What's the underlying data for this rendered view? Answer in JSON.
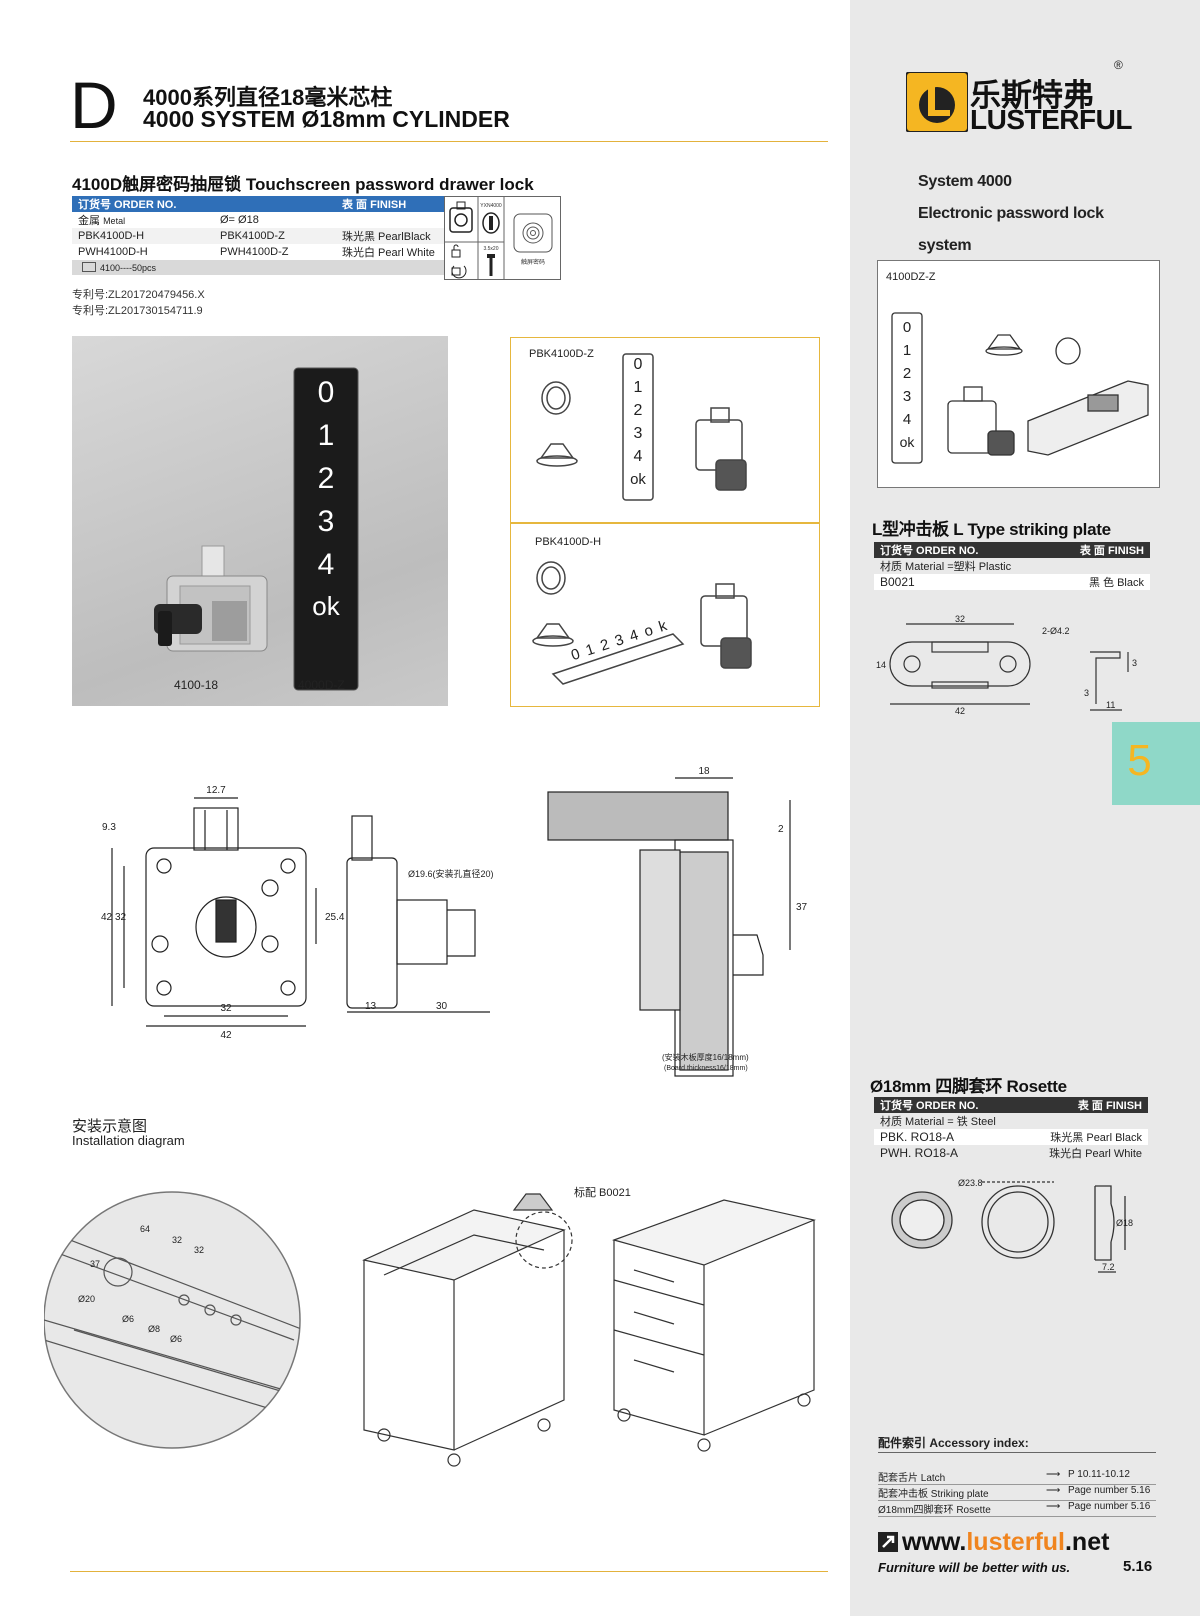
{
  "header": {
    "section_letter": "D",
    "title_cn": "4000系列直径18毫米芯柱",
    "title_en": "4000 SYSTEM Ø18mm CYLINDER"
  },
  "product": {
    "title": "4100D触屏密码抽屉锁  Touchscreen password drawer  lock",
    "table": {
      "header": [
        "订货号 ORDER NO.",
        "",
        "表 面 FINISH"
      ],
      "material_cn": "金属",
      "material_en": "Metal",
      "diameter": "Ø=  Ø18",
      "rows": [
        {
          "code": "PBK4100D-H",
          "model": "PBK4100D-Z",
          "finish": "珠光黑 PearlBlack"
        },
        {
          "code": "PWH4100D-H",
          "model": "PWH4100D-Z",
          "finish": "珠光白 Pearl White"
        }
      ],
      "package": "4100----50pcs"
    },
    "icons": {
      "code_label": "YXN4000",
      "screw_label": "3.5x20",
      "touch_label": "触屏密码"
    },
    "patents": [
      "专利号:ZL201720479456.X",
      "专利号:ZL201730154711.9"
    ]
  },
  "photo": {
    "keypad_digits": [
      "0",
      "1",
      "2",
      "3",
      "4",
      "ok"
    ],
    "label_left": "4100-18",
    "label_right": "4000D-Z"
  },
  "variants": {
    "top_label": "PBK4100D-Z",
    "bottom_label": "PBK4100D-H",
    "keypad_digits": [
      "0",
      "1",
      "2",
      "3",
      "4",
      "ok"
    ]
  },
  "dimensions": {
    "front": {
      "d1": "12.7",
      "d2": "9.3",
      "d3": "25.4",
      "d4": "42",
      "d5": "32",
      "d6": "32",
      "d7": "42"
    },
    "side": {
      "hole": "Ø19.6(安装孔直径20)",
      "d1": "13",
      "d2": "30"
    },
    "install": {
      "d1": "18",
      "d2": "2",
      "d3": "37",
      "note_cn": "(安装木板厚度16/18mm)",
      "note_en": "(Board thickness16/18mm)"
    }
  },
  "installation": {
    "title_cn": "安装示意图",
    "title_en": "Installation diagram",
    "detail_dims": [
      "64",
      "32",
      "32",
      "37",
      "Ø20",
      "Ø6",
      "Ø8",
      "Ø6"
    ],
    "standard_label": "标配 B0021"
  },
  "footer_rule": "",
  "right_panel": {
    "logo_cn": "乐斯特弗",
    "logo_en": "LUSTERFUL",
    "logo_reg": "®",
    "system_lines": [
      "System 4000",
      "Electronic password lock",
      "system"
    ],
    "system_box_label": "4100DZ-Z",
    "system_keypad": [
      "0",
      "1",
      "2",
      "3",
      "4",
      "ok"
    ],
    "striking_plate": {
      "title": "L型冲击板  L Type striking plate",
      "header": [
        "订货号 ORDER NO.",
        "表 面 FINISH"
      ],
      "material": "材质  Material  =塑料 Plastic",
      "code": "B0021",
      "finish": "黑  色 Black",
      "dims": [
        "32",
        "2-Ø4.2",
        "14",
        "42",
        "3",
        "3",
        "11"
      ]
    },
    "page_number": "5",
    "rosette": {
      "title": "Ø18mm 四脚套环  Rosette",
      "header": [
        "订货号 ORDER NO.",
        "表 面 FINISH"
      ],
      "material": "材质  Material  =   铁  Steel",
      "rows": [
        {
          "code": "PBK. RO18-A",
          "finish": "珠光黑  Pearl Black"
        },
        {
          "code": "PWH. RO18-A",
          "finish": "珠光白  Pearl White"
        }
      ],
      "dims": [
        "Ø23.8",
        "Ø18",
        "7.2"
      ]
    },
    "accessory_index": {
      "title": "配件索引 Accessory index:",
      "rows": [
        {
          "name": "配套舌片 Latch",
          "page": "P 10.11-10.12"
        },
        {
          "name": "配套冲击板 Striking plate",
          "page": "Page number 5.16"
        },
        {
          "name": "Ø18mm四脚套环 Rosette",
          "page": "Page number 5.16"
        }
      ]
    },
    "website_pre": "www.",
    "website_mid": "lusterful",
    "website_post": ".net",
    "tagline": "Furniture will be better with us.",
    "page_ref": "5.16",
    "colors": {
      "brand_orange": "#f0841e",
      "logo_yellow": "#f5b622",
      "tab_teal": "#8fd8c8"
    }
  }
}
